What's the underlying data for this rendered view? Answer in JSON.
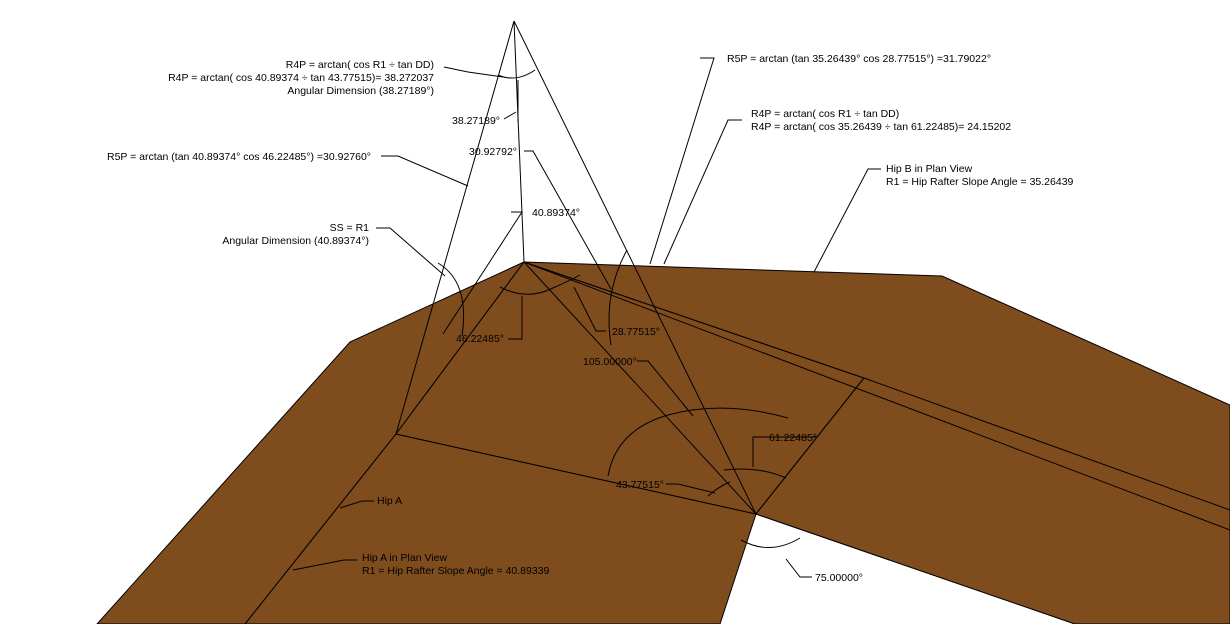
{
  "colors": {
    "roof_fill": "#7f4c1e",
    "line": "#000000",
    "background": "#ffffff"
  },
  "callouts": {
    "r4p_top": {
      "line1": "R4P = arctan( cos R1 ÷ tan DD)",
      "line2": "R4P = arctan( cos 40.89374 ÷ tan 43.77515)= 38.272037",
      "line3": "Angular Dimension (38.27189°)"
    },
    "r5p_right": "R5P = arctan (tan 35.26439° cos 28.77515°) =31.79022°",
    "r4p_right": {
      "line1": "R4P = arctan( cos R1 ÷ tan DD)",
      "line2": "R4P = arctan( cos 35.26439 ÷ tan 61.22485)= 24.15202"
    },
    "r5p_left": "R5P = arctan (tan 40.89374° cos 46.22485°) =30.92760°",
    "hip_b": {
      "line1": "Hip B in Plan View",
      "line2": "R1 = Hip Rafter Slope Angle = 35.26439"
    },
    "ss": {
      "line1": "SS = R1",
      "line2": "Angular Dimension (40.89374°)"
    },
    "hip_a": "Hip A",
    "hip_a_plan": {
      "line1": "Hip A in Plan View",
      "line2": "R1 = Hip Rafter Slope Angle = 40.89339"
    }
  },
  "dimensions": {
    "d38": "38.27189°",
    "d30": "30.92792°",
    "d40": "40.89374°",
    "d46": "46.22485°",
    "d28": "28.77515°",
    "d105": "105.00000°",
    "d61": "61.22485°",
    "d43": "43.77515°",
    "d75": "75.00000°"
  }
}
